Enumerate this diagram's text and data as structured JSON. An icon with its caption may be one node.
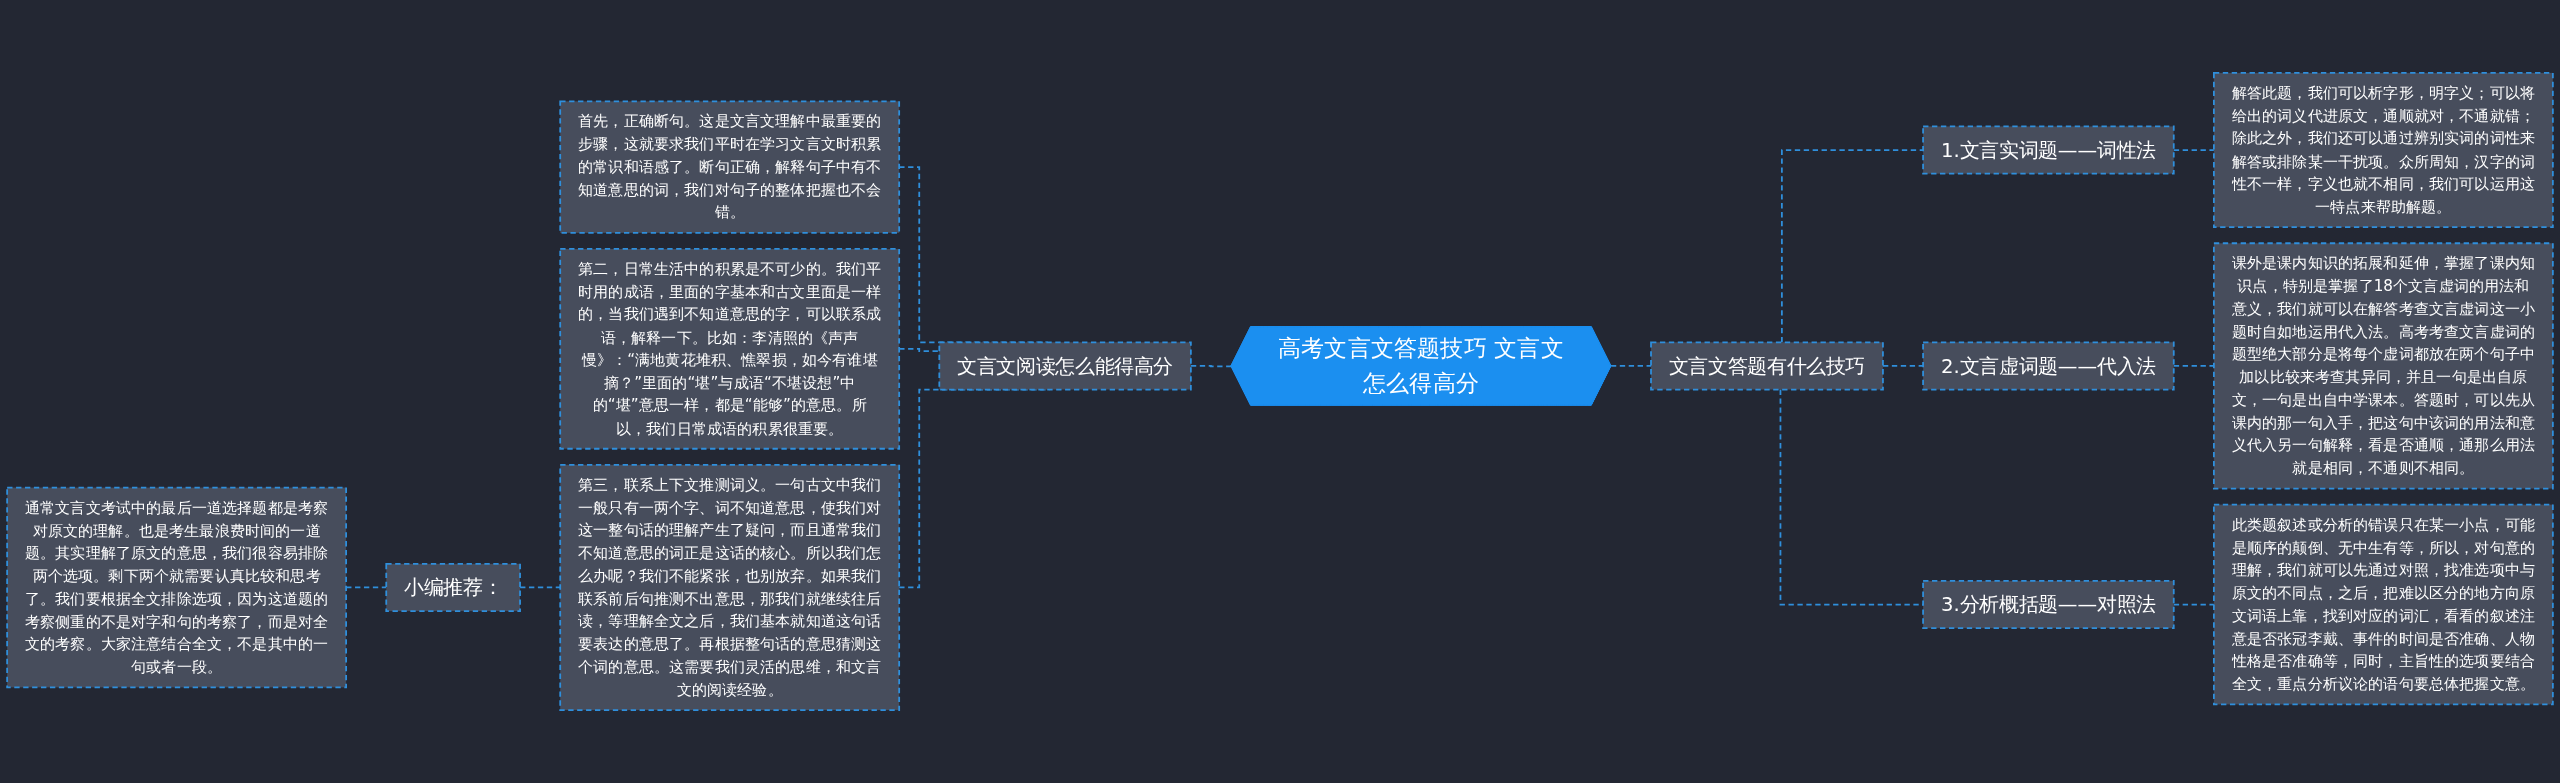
{
  "diagram": {
    "nodes": [
      {
        "text": [
          "高考文言文答题技巧 文言文怎么得高分"
        ]
      },
      {
        "text": [
          "文言文阅读怎么能得高分"
        ]
      },
      {
        "text": [
          "首先，正确断句。这是文言文理解中最重要的步骤，这就要求我们平时在学习文言文时积累的常识和语感了。断句正确，解释句子中有不知道意思的词，我们对句子的整体把握也不会错。"
        ]
      },
      {
        "text": [
          "第二，日常生活中的积累是不可少的。我们平时用的成语，里面的字基本和古文里面是一样的，当我们遇到不知道意思的字，可以联系成语，解释一下。比如：李清照的《声声慢》：“满地黄花堆积、憔翠损，如今有谁堪摘？”里面的“堪”与成语“不堪设想”中的“堪”意思一样，都是“能够”的意思。所以，我们日常成语的积累很重要。"
        ]
      },
      {
        "text": [
          "第三，联系上下文推测词义。一句古文中我们一般只有一两个字、词不知道意思，使我们对这一整句话的理解产生了疑问，而且通常我们不知道意思的词正是这话的核心。所以我们怎么办呢？我们不能紧张，也别放弃。如果我们联系前后句推测不出意思，那我们就继续往后读，等理解全文之后，我们基本就知道这句话要表达的意思了。再根据整句话的意思猜测这个词的意思。这需要我们灵活的思维，和文言文的阅读经验。"
        ]
      },
      {
        "text": [
          "小编推荐："
        ]
      },
      {
        "text": [
          "通常文言文考试中的最后一道选择题都是考察对原文的理解。也是考生最浪费时间的一道题。其实理解了原文的意思，我们很容易排除两个选项。剩下两个就需要认真比较和思考了。我们要根据全文排除选项，因为这道题的考察侧重的不是对字和句的考察了，而是对全文的考察。大家注意结合全文，不是其中的一句或者一段。"
        ]
      },
      {
        "text": [
          "文言文答题有什么技巧"
        ]
      },
      {
        "text": [
          "1.文言实词题——词性法"
        ]
      },
      {
        "text": [
          "解答此题，我们可以析字形，明字义；可以将给出的词义代进原文，通顺就对，不通就错；除此之外，我们还可以通过辨别实词的词性来解答或排除某一干扰项。众所周知，汉字的词性不一样，字义也就不相同，我们可以运用这一特点来帮助解题。"
        ]
      },
      {
        "text": [
          "2.文言虚词题——代入法"
        ]
      },
      {
        "text": [
          "课外是课内知识的拓展和延伸，掌握了课内知识点，特别是掌握了18个文言虚词的用法和意义，我们就可以在解答考查文言虚词这一小题时自如地运用代入法。高考考查文言虚词的题型绝大部分是将每个虚词都放在两个句子中加以比较来考查其异同，并且一句是出自原文，一句是出自中学课本。答题时，可以先从课内的那一句入手，把这句中该词的用法和意义代入另一句解释，看是否通顺，通那么用法就是相同，不通则不相同。"
        ]
      },
      {
        "text": [
          "3.分析概括题——对照法"
        ]
      },
      {
        "text": [
          "此类题叙述或分析的错误只在某一小点，可能是顺序的颠倒、无中生有等，所以，对句意的理解，我们就可以先通过对照，找准选项中与原文的不同点，之后，把难以区分的地方向原文词语上靠，找到对应的词汇，看看的叙述注意是否张冠李戴、事件的时间是否准确、人物性格是否准确等，同时，主旨性的选项要结合全文，重点分析议论的语句要总体把握文意。"
        ]
      }
    ],
    "edges": [
      {
        "from": 6,
        "to": 5,
        "arrow": "none",
        "style": "dashed"
      },
      {
        "from": 5,
        "to": 4,
        "arrow": "none",
        "style": "dashed"
      },
      {
        "from": 2,
        "to": 1,
        "arrow": "none",
        "style": "dashed"
      },
      {
        "from": 3,
        "to": 1,
        "arrow": "none",
        "style": "dashed"
      },
      {
        "from": 4,
        "to": 1,
        "arrow": "none",
        "style": "dashed"
      },
      {
        "from": 1,
        "to": 0,
        "arrow": "none",
        "style": "dashed"
      },
      {
        "from": 0,
        "to": 7,
        "arrow": "none",
        "style": "dashed"
      },
      {
        "from": 7,
        "to": 8,
        "arrow": "none",
        "style": "dashed"
      },
      {
        "from": 8,
        "to": 9,
        "arrow": "none",
        "style": "dashed"
      },
      {
        "from": 7,
        "to": 10,
        "arrow": "none",
        "style": "dashed"
      },
      {
        "from": 10,
        "to": 11,
        "arrow": "none",
        "style": "dashed"
      },
      {
        "from": 7,
        "to": 12,
        "arrow": "none",
        "style": "dashed"
      },
      {
        "from": 12,
        "to": 13,
        "arrow": "none",
        "style": "dashed"
      }
    ]
  }
}
